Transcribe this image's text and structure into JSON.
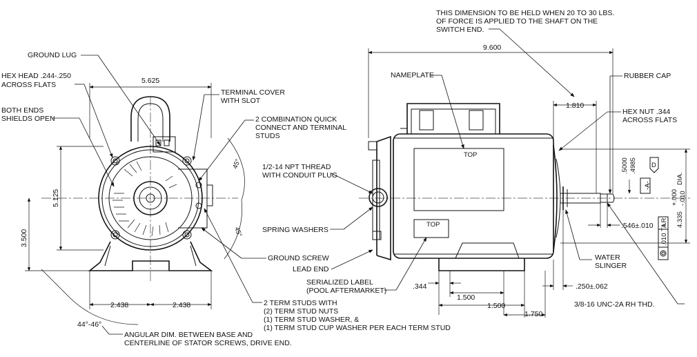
{
  "left_view": {
    "ground_lug": "GROUND LUG",
    "hex_head_1": "HEX HEAD .244-.250",
    "hex_head_2": "ACROSS FLATS",
    "both_ends_1": "BOTH ENDS",
    "both_ends_2": "SHIELDS OPEN",
    "dim_5625": "5.625",
    "dim_5125": "5.125",
    "dim_3500": "3.500",
    "dim_2438_left": "2.438",
    "dim_2438_right": "2.438",
    "angle_44_46": "44°-46°",
    "angle_45_top": "45°",
    "angle_45_right": "45°",
    "terminal_cover_1": "TERMINAL COVER",
    "terminal_cover_2": "WITH SLOT",
    "combo_1": "2 COMBINATION QUICK",
    "combo_2": "CONNECT AND TERMINAL",
    "combo_3": "STUDS",
    "npt_1": "1/2-14 NPT THREAD",
    "npt_2": "WITH CONDUIT PLUG",
    "spring_washers": "SPRING WASHERS",
    "ground_screw": "GROUND SCREW",
    "lead_end": "LEAD END",
    "serial_1": "SERIALIZED LABEL",
    "serial_2": "(POOL AFTERMARKET)",
    "studs_1": "2 TERM STUDS WITH",
    "studs_2": "(2) TERM STUD NUTS",
    "studs_3": "(1) TERM STUD WASHER, &",
    "studs_4": "(1) TERM STUD CUP WASHER PER EACH TERM STUD",
    "angular_1": "ANGULAR DIM. BETWEEN BASE AND",
    "angular_2": "CENTERLINE OF STATOR SCREWS, DRIVE END."
  },
  "right_view": {
    "note_1": "THIS DIMENSION TO BE HELD WHEN 20 TO 30 LBS.",
    "note_2": "OF FORCE IS APPLIED TO THE SHAFT ON THE",
    "note_3": "SWITCH END.",
    "dim_9600": "9.600",
    "nameplate": "NAMEPLATE",
    "top_label_1": "TOP",
    "top_label_2": "TOP",
    "dim_1810": "1.810",
    "rubber_cap": "RUBBER CAP",
    "hex_nut_1": "HEX NUT .344",
    "hex_nut_2": "ACROSS FLATS",
    "shaft_dia_1": ".5000",
    "shaft_dia_2": ".4985",
    "datum_d": "D",
    "datum_a": "-A-",
    "tir": ".010 T.I.R.",
    "tir_datum": "A",
    "dia_4335": "4.335",
    "dia_tol_plus": "+.000",
    "dia_tol_minus": "-.010",
    "dia_suffix": "DIA.",
    "dim_546": ".546±.010",
    "water_1": "WATER",
    "water_2": "SLINGER",
    "dim_250": ".250±.062",
    "thread": "3/8-16 UNC-2A RH THD.",
    "dim_344": ".344",
    "dim_1500a": "1.500",
    "dim_1500b": "1.500",
    "dim_1750": "1.750"
  }
}
